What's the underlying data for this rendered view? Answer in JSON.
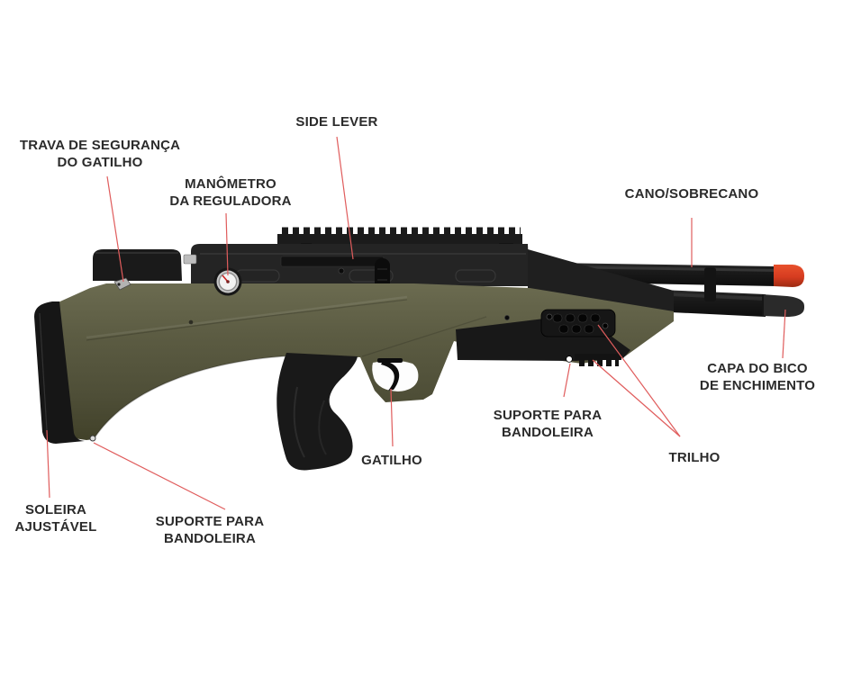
{
  "figure": {
    "description": "Parts diagram of a bullpup PCP air rifle with callout labels",
    "background": "#ffffff",
    "colors": {
      "stock_olive_light": "#6b6b50",
      "stock_olive": "#5b5b42",
      "stock_olive_dark": "#414129",
      "black_parts": "#1c1c1c",
      "muzzle_cap_red": "#d63c20",
      "leader_line_red": "#e05c5c",
      "label_text": "#2b2b2b",
      "gauge_face": "#f3f3f3"
    },
    "labels": [
      {
        "id": "side-lever",
        "lines": [
          "SIDE LEVER"
        ]
      },
      {
        "id": "trava-seguranca",
        "lines": [
          "TRAVA DE SEGURANÇA",
          "DO GATILHO"
        ]
      },
      {
        "id": "manometro",
        "lines": [
          "MANÔMETRO",
          "DA REGULADORA"
        ]
      },
      {
        "id": "cano-sobrecano",
        "lines": [
          "CANO/SOBRECANO"
        ]
      },
      {
        "id": "capa-bico-enchimento",
        "lines": [
          "CAPA DO BICO",
          "DE ENCHIMENTO"
        ]
      },
      {
        "id": "suporte-bandoleira-dianteiro",
        "lines": [
          "SUPORTE PARA",
          "BANDOLEIRA"
        ]
      },
      {
        "id": "trilho",
        "lines": [
          "TRILHO"
        ]
      },
      {
        "id": "gatilho",
        "lines": [
          "GATILHO"
        ]
      },
      {
        "id": "soleira-ajustavel",
        "lines": [
          "SOLEIRA",
          "AJUSTÁVEL"
        ]
      },
      {
        "id": "suporte-bandoleira-traseiro",
        "lines": [
          "SUPORTE PARA",
          "BANDOLEIRA"
        ]
      }
    ]
  }
}
